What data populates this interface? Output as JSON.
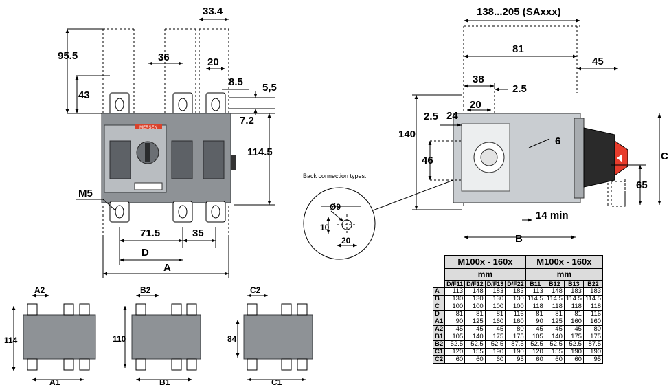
{
  "front_view": {
    "dims": {
      "d_95_5": "95.5",
      "d_43": "43",
      "d_36": "36",
      "d_33_4": "33.4",
      "d_20": "20",
      "d_8_5": "8.5",
      "d_5_5": "5,5",
      "d_7_2": "7.2",
      "d_114_5": "114.5",
      "m5": "M5",
      "d_71_5": "71.5",
      "d_35": "35",
      "d_D": "D",
      "d_A": "A"
    },
    "brand": "MERSEN"
  },
  "side_view": {
    "dims": {
      "d_138_205": "138...205 (SAxxx)",
      "d_81": "81",
      "d_45": "45",
      "d_38": "38",
      "d_2_5a": "2.5",
      "d_20": "20",
      "d_2_5b": "2.5",
      "d_24": "24",
      "d_140": "140",
      "d_46": "46",
      "d_6": "6",
      "d_14min": "14 min",
      "d_65": "65",
      "d_B": "B",
      "d_C": "C"
    }
  },
  "back_connection": {
    "label": "Back connection types:",
    "d_phi9": "Ø9",
    "d_10": "10",
    "d_20": "20"
  },
  "small_views": [
    {
      "top": "A2",
      "side": "114",
      "bottom": "A1"
    },
    {
      "top": "B2",
      "side": "110",
      "bottom": "B1"
    },
    {
      "top": "C2",
      "side": "84",
      "bottom": "C1"
    }
  ],
  "table": {
    "groups": [
      "M100x - 160x",
      "M100x - 160x"
    ],
    "unit": "mm",
    "columns": [
      "D/F11",
      "D/F12",
      "D/F13",
      "D/F22",
      "B11",
      "B12",
      "B13",
      "B22"
    ],
    "rows": [
      {
        "label": "A",
        "values": [
          "113",
          "148",
          "183",
          "183",
          "113",
          "148",
          "183",
          "183"
        ]
      },
      {
        "label": "B",
        "values": [
          "130",
          "130",
          "130",
          "130",
          "114.5",
          "114.5",
          "114.5",
          "114.5"
        ]
      },
      {
        "label": "C",
        "values": [
          "100",
          "100",
          "100",
          "100",
          "118",
          "118",
          "118",
          "118"
        ]
      },
      {
        "label": "D",
        "values": [
          "81",
          "81",
          "81",
          "116",
          "81",
          "81",
          "81",
          "116"
        ]
      },
      {
        "label": "A1",
        "values": [
          "90",
          "125",
          "160",
          "160",
          "90",
          "125",
          "160",
          "160"
        ]
      },
      {
        "label": "A2",
        "values": [
          "45",
          "45",
          "45",
          "80",
          "45",
          "45",
          "45",
          "80"
        ]
      },
      {
        "label": "B1",
        "values": [
          "105",
          "140",
          "175",
          "175",
          "105",
          "140",
          "175",
          "175"
        ]
      },
      {
        "label": "B2",
        "values": [
          "52.5",
          "52.5",
          "52.5",
          "87.5",
          "52.5",
          "52.5",
          "52.5",
          "87.5"
        ]
      },
      {
        "label": "C1",
        "values": [
          "120",
          "155",
          "190",
          "190",
          "120",
          "155",
          "190",
          "190"
        ]
      },
      {
        "label": "C2",
        "values": [
          "60",
          "60",
          "60",
          "95",
          "60",
          "60",
          "60",
          "95"
        ]
      }
    ]
  }
}
